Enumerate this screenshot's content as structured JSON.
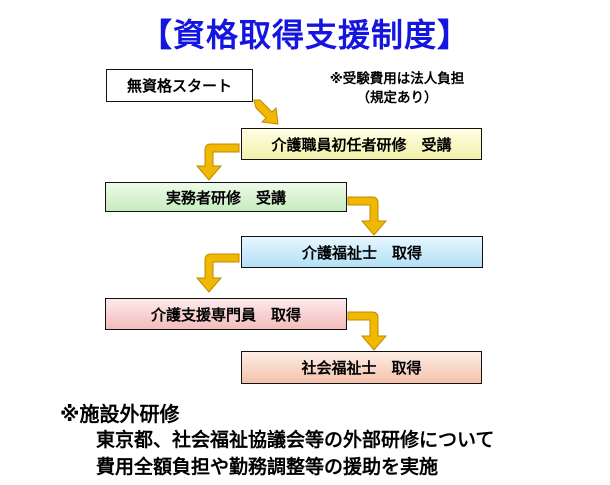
{
  "title": "【資格取得支援制度】",
  "boxes": {
    "start": "無資格スタート",
    "step1": "介護職員初任者研修　受講",
    "step2": "実務者研修　受講",
    "step3": "介護福祉士　取得",
    "step4": "介護支援専門員　取得",
    "step5": "社会福祉士　取得"
  },
  "note": {
    "line1": "※受験費用は法人負担",
    "line2": "（規定あり）"
  },
  "footer": {
    "heading": "※施設外研修",
    "line1": "東京都、社会福祉協議会等の外部研修について",
    "line2": "費用全額負担や勤務調整等の援助を実施"
  },
  "colors": {
    "title": "#1515e0",
    "arrow": "#f0b800",
    "step1": "#f2f0a8",
    "step2": "#c6ebbf",
    "step3": "#b3e0f5",
    "step4": "#f3bcbc",
    "step5": "#f4c2ac"
  }
}
